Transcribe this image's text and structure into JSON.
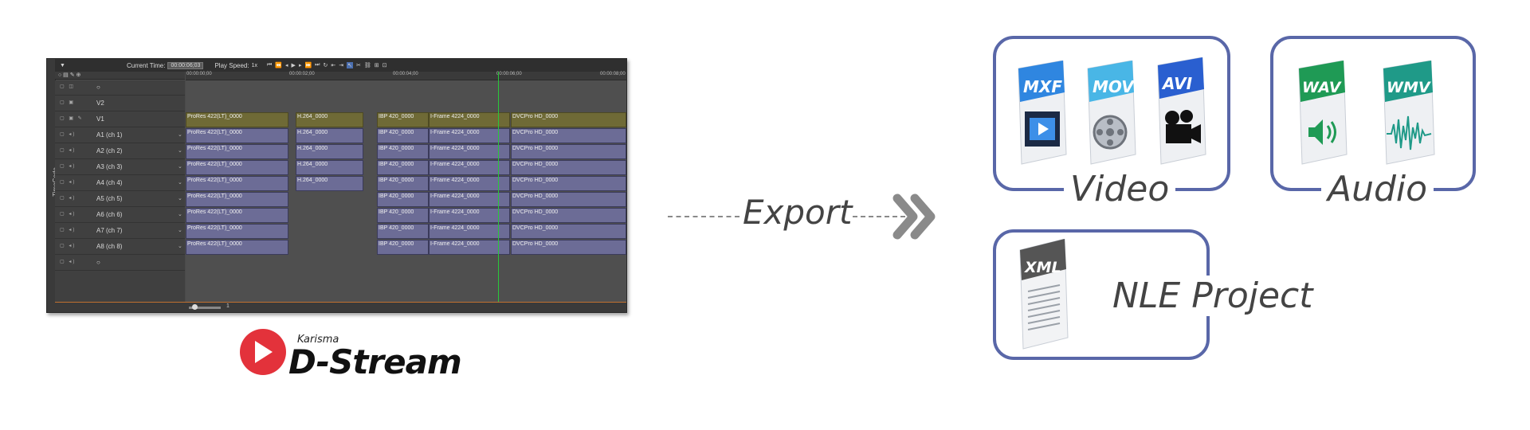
{
  "editor": {
    "side_label": "TimeCode",
    "toolbar": {
      "current_time_label": "Current Time:",
      "current_time_value": "00:00:06;03",
      "play_speed_label": "Play Speed:",
      "play_speed_value": "1x"
    },
    "ruler_ticks": [
      "00:00:00;00",
      "00:00:02;00",
      "00:00:04;00",
      "00:00:06;00",
      "00:00:08;00"
    ],
    "tracks": [
      {
        "name": "",
        "type": "empty"
      },
      {
        "name": "V2",
        "type": "video-empty"
      },
      {
        "name": "V1",
        "type": "video"
      },
      {
        "name": "A1 (ch 1)",
        "type": "audio"
      },
      {
        "name": "A2 (ch 2)",
        "type": "audio"
      },
      {
        "name": "A3 (ch 3)",
        "type": "audio"
      },
      {
        "name": "A4 (ch 4)",
        "type": "audio"
      },
      {
        "name": "A5 (ch 5)",
        "type": "audio"
      },
      {
        "name": "A6 (ch 6)",
        "type": "audio"
      },
      {
        "name": "A7 (ch 7)",
        "type": "audio"
      },
      {
        "name": "A8 (ch 8)",
        "type": "audio"
      },
      {
        "name": "",
        "type": "empty"
      }
    ],
    "clip_names": [
      "ProRes 422(LT)_0000",
      "H.264_0000",
      "IBP 420_0000",
      "I-Frame 4224_0000",
      "DVCPro HD_0000"
    ],
    "page_number": "1"
  },
  "logo": {
    "small_text": "Karisma",
    "big_text": "D-Stream",
    "color": "#e3323b"
  },
  "export": {
    "label": "Export"
  },
  "groups": {
    "video": {
      "label": "Video",
      "files": [
        {
          "tag": "MXF",
          "icon": "film-strip-play-icon",
          "color": "#2f86e0"
        },
        {
          "tag": "MOV",
          "icon": "film-reel-icon",
          "color": "#49b6e6"
        },
        {
          "tag": "AVI",
          "icon": "video-camera-icon",
          "color": "#2a5fd0"
        }
      ]
    },
    "audio": {
      "label": "Audio",
      "files": [
        {
          "tag": "WAV",
          "icon": "speaker-icon",
          "color": "#1f9a55"
        },
        {
          "tag": "WMV",
          "icon": "waveform-icon",
          "color": "#1f9a88"
        }
      ]
    },
    "nle": {
      "label": "NLE Project",
      "files": [
        {
          "tag": "XML",
          "icon": "document-lines-icon",
          "color": "#555555"
        }
      ]
    }
  },
  "colors": {
    "group_border": "#5967a8",
    "audio_clip": "#6c6c96",
    "video_clip": "#6f6a36",
    "playhead": "#29c73a"
  }
}
